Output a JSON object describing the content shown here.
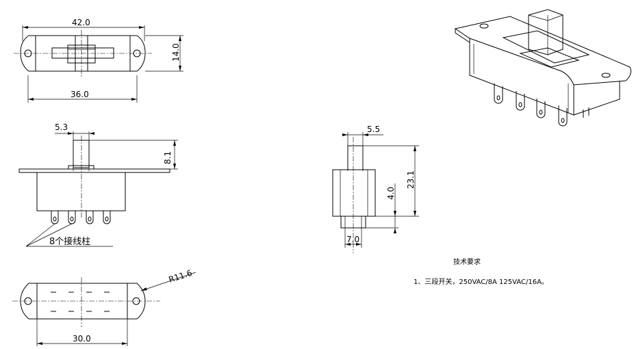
{
  "top_view": {
    "overall_width": "42.0",
    "height": "14.0",
    "hole_spacing": "36.0"
  },
  "front_view": {
    "slider_width": "5.3",
    "slider_height": "8.1",
    "terminals_note": "8个接线柱"
  },
  "side_view": {
    "slider_width": "5.5",
    "total_height": "23.1",
    "terminal_length": "4.0",
    "terminal_span": "7.0"
  },
  "bottom_view": {
    "radius": "R11.6",
    "body_width": "30.0"
  },
  "tech_requirements": {
    "heading": "技术要求",
    "item_1": "1、三段开关，250VAC/8A  125VAC/16A。"
  }
}
